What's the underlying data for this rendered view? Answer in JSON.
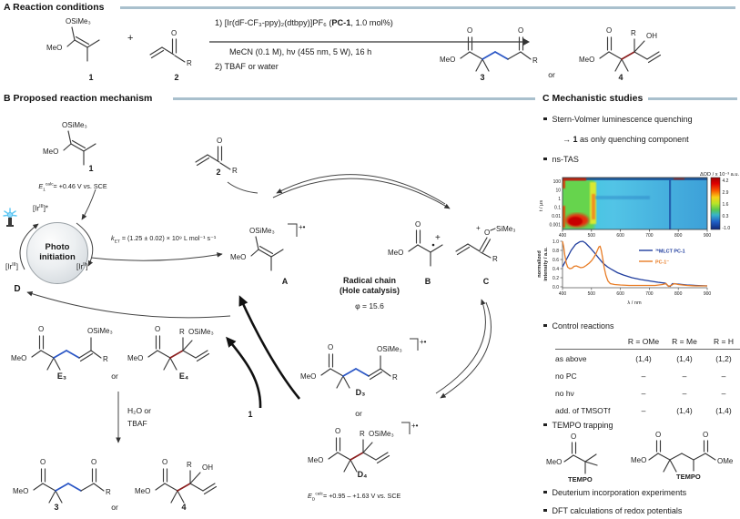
{
  "panelA": {
    "title": "A Reaction conditions",
    "plus": "+",
    "or": "or",
    "cond1_pre": "1) [Ir(dF-CF₃-ppy)₂(dtbpy)]PF₆ (",
    "cond1_bold": "PC-1",
    "cond1_post": ", 1.0 mol%)",
    "cond2": "MeCN (0.1 M), hν (455 nm, 5 W), 16 h",
    "cond3": "2) TBAF or water"
  },
  "panelB": {
    "title": "B Proposed reaction mechanism",
    "e1": {
      "e": "E",
      "sub": "1",
      "sup": "calc",
      "rest": "= +0.46 V vs. SCE"
    },
    "ket": {
      "k": "k",
      "sub": "ET",
      "rest": "= (1.25 ± 0.02) × 10⁹ L mol⁻¹ s⁻¹"
    },
    "ed": {
      "e": "E",
      "sub": "D",
      "sup": "calc",
      "rest": "= +0.95 – +1.63 V vs. SCE"
    },
    "photo_circle": {
      "line1": "Photo",
      "line2": "initiation"
    },
    "ir_excited": {
      "pre": "[Ir",
      "sup": "III",
      "post": "]*"
    },
    "ir_iii": {
      "pre": "[Ir",
      "sup": "III",
      "post": "]"
    },
    "ir_ii": {
      "pre": "[Ir",
      "sup": "II",
      "post": "]"
    },
    "d_label": "D",
    "radical_chain_1": "Radical chain",
    "radical_chain_2": "(Hole catalysis)",
    "phi": "φ = 15.6",
    "h2o": "H₂O or",
    "tbaf": "TBAF",
    "or": "or",
    "one": "1"
  },
  "panelC": {
    "title": "C Mechanistic studies",
    "bullet1": "Stern-Volmer luminescence quenching",
    "bullet1_sub_arrow": "→",
    "bullet1_sub_bold": "1",
    "bullet1_sub_rest": "as only quenching component",
    "bullet2": "ns-TAS",
    "bullet3": "Control reactions",
    "bullet4": "TEMPO trapping",
    "bullet5": "Deuterium incorporation experiments",
    "bullet6": "DFT calculations of redox potentials",
    "table": {
      "headers": [
        "",
        "R = OMe",
        "R = Me",
        "R = H"
      ],
      "rows": [
        {
          "label": "as above",
          "c1": "(1,4)",
          "c2": "(1,4)",
          "c3": "(1,2)"
        },
        {
          "label": "no PC",
          "c1": "–",
          "c2": "–",
          "c3": "–"
        },
        {
          "label": "no hν",
          "c1": "–",
          "c2": "–",
          "c3": "–"
        },
        {
          "label": "add. of TMSOTf",
          "c1": "–",
          "c2": "(1,4)",
          "c3": "(1,4)"
        }
      ]
    },
    "legend": {
      "s1": "³*MLCT PC-1",
      "s2": "PC-1⁻"
    }
  },
  "structures": {
    "s1": {
      "meo": "MeO",
      "osime3": "OSiMe₃",
      "num": "1"
    },
    "s2": {
      "o": "O",
      "r": "R",
      "num": "2"
    },
    "s3": {
      "meo": "MeO",
      "o1": "O",
      "o2": "O",
      "r": "R",
      "num": "3"
    },
    "s4": {
      "meo": "MeO",
      "o": "O",
      "r": "R",
      "oh": "OH",
      "num": "4"
    },
    "sA": {
      "meo": "MeO",
      "osime3": "OSiMe₃",
      "charge": "+•",
      "num": "A"
    },
    "sB": {
      "meo": "MeO",
      "o": "O",
      "num": "B"
    },
    "sC": {
      "plus": "+",
      "o": "O",
      "sime3": "SiMe₃",
      "r": "R",
      "num": "C"
    },
    "sE3": {
      "meo": "MeO",
      "o": "O",
      "osime3": "OSiMe₃",
      "r": "R",
      "num": "E₃"
    },
    "sE4": {
      "meo": "MeO",
      "o": "O",
      "r": "R",
      "osime3": "OSiMe₃",
      "num": "E₄"
    },
    "sD3": {
      "charge": "+•",
      "num": "D₃"
    },
    "sD4": {
      "charge": "+•",
      "num": "D₄"
    },
    "tempo1": {
      "meo": "MeO",
      "o": "O",
      "tempo": "TEMPO"
    },
    "tempo2": {
      "meo": "MeO",
      "o1": "O",
      "o2": "O",
      "ome": "OMe",
      "tempo": "TEMPO"
    },
    "plus_bc": "+"
  },
  "colors": {
    "blue_bond": "#2b57c6",
    "red_bond": "#8c2020",
    "header_rule": "#a9c0cd",
    "legend_blue": "#1f3d9e",
    "legend_orange": "#e87c25",
    "lamp_blue": "#5bc8f5"
  },
  "chart_data": [
    {
      "type": "heatmap",
      "title": "ns-TAS transient absorption map",
      "x_ticks": [
        400,
        500,
        600,
        700,
        800,
        900
      ],
      "xlim": [
        400,
        900
      ],
      "ylabel": "t / μs",
      "y_ticks": [
        "100",
        "10",
        "1",
        "0.1",
        "0.01",
        "0.001"
      ],
      "y_scale": "log",
      "colorbar_label": "ΔOD / x 10⁻³ a.u.",
      "colorbar_ticks": [
        "4.2",
        "2.9",
        "1.6",
        "0.3",
        "-1.0"
      ],
      "features": [
        {
          "region": "420-490 nm, t = 0.001-0.01 μs",
          "dOD": "~4 (strong positive, red)"
        },
        {
          "region": "400-520 nm, all delay times",
          "dOD": "~1-2 (green)"
        },
        {
          "region": "~530 nm vertical band",
          "dOD": "~2-3 (yellow/orange)"
        },
        {
          "region": "560-900 nm",
          "dOD": "~0-0.5 (cyan/blue)"
        },
        {
          "region": "~770 nm vertical line (pump artifact)",
          "dOD": "negative (dark blue)"
        }
      ]
    },
    {
      "type": "line",
      "xlabel": "λ / nm",
      "ylabel": "normalized intensity / a.u.",
      "ylabel_l1": "normalized",
      "ylabel_l2": "intensity / a.u.",
      "xlim": [
        400,
        900
      ],
      "ylim": [
        0,
        1
      ],
      "x_ticks": [
        400,
        500,
        600,
        700,
        800,
        900
      ],
      "y_tick_labels": [
        "1.0",
        "0.8",
        "0.6",
        "0.4",
        "0.2",
        "0.0"
      ],
      "legend_position": "upper right",
      "series": [
        {
          "name": "³*MLCT PC-1",
          "color": "#1f3d9e",
          "points": [
            [
              400,
              0.44
            ],
            [
              415,
              0.62
            ],
            [
              430,
              0.8
            ],
            [
              445,
              0.93
            ],
            [
              460,
              0.99
            ],
            [
              470,
              1.0
            ],
            [
              480,
              0.96
            ],
            [
              495,
              0.86
            ],
            [
              510,
              0.75
            ],
            [
              525,
              0.63
            ],
            [
              540,
              0.52
            ],
            [
              555,
              0.44
            ],
            [
              570,
              0.38
            ],
            [
              590,
              0.31
            ],
            [
              610,
              0.26
            ],
            [
              640,
              0.2
            ],
            [
              670,
              0.16
            ],
            [
              700,
              0.13
            ],
            [
              730,
              0.1
            ],
            [
              755,
              0.08
            ],
            [
              765,
              0.02
            ],
            [
              772,
              0.01
            ],
            [
              780,
              0.07
            ],
            [
              800,
              0.06
            ],
            [
              830,
              0.04
            ],
            [
              860,
              0.03
            ],
            [
              900,
              0.02
            ]
          ]
        },
        {
          "name": "PC-1⁻",
          "color": "#e87c25",
          "points": [
            [
              400,
              1.0
            ],
            [
              404,
              0.88
            ],
            [
              408,
              0.7
            ],
            [
              413,
              0.52
            ],
            [
              418,
              0.43
            ],
            [
              425,
              0.4
            ],
            [
              433,
              0.41
            ],
            [
              440,
              0.45
            ],
            [
              448,
              0.46
            ],
            [
              455,
              0.44
            ],
            [
              463,
              0.42
            ],
            [
              472,
              0.43
            ],
            [
              482,
              0.47
            ],
            [
              492,
              0.52
            ],
            [
              500,
              0.57
            ],
            [
              508,
              0.64
            ],
            [
              515,
              0.72
            ],
            [
              521,
              0.81
            ],
            [
              526,
              0.88
            ],
            [
              530,
              0.89
            ],
            [
              534,
              0.8
            ],
            [
              539,
              0.62
            ],
            [
              544,
              0.42
            ],
            [
              550,
              0.25
            ],
            [
              557,
              0.13
            ],
            [
              565,
              0.07
            ],
            [
              580,
              0.05
            ],
            [
              600,
              0.04
            ],
            [
              630,
              0.03
            ],
            [
              660,
              0.03
            ],
            [
              690,
              0.03
            ],
            [
              720,
              0.03
            ],
            [
              745,
              0.05
            ],
            [
              758,
              0.07
            ],
            [
              766,
              0.01
            ],
            [
              775,
              0.03
            ],
            [
              786,
              0.07
            ],
            [
              800,
              0.05
            ],
            [
              830,
              0.03
            ],
            [
              860,
              0.02
            ],
            [
              900,
              0.02
            ]
          ]
        }
      ]
    }
  ]
}
